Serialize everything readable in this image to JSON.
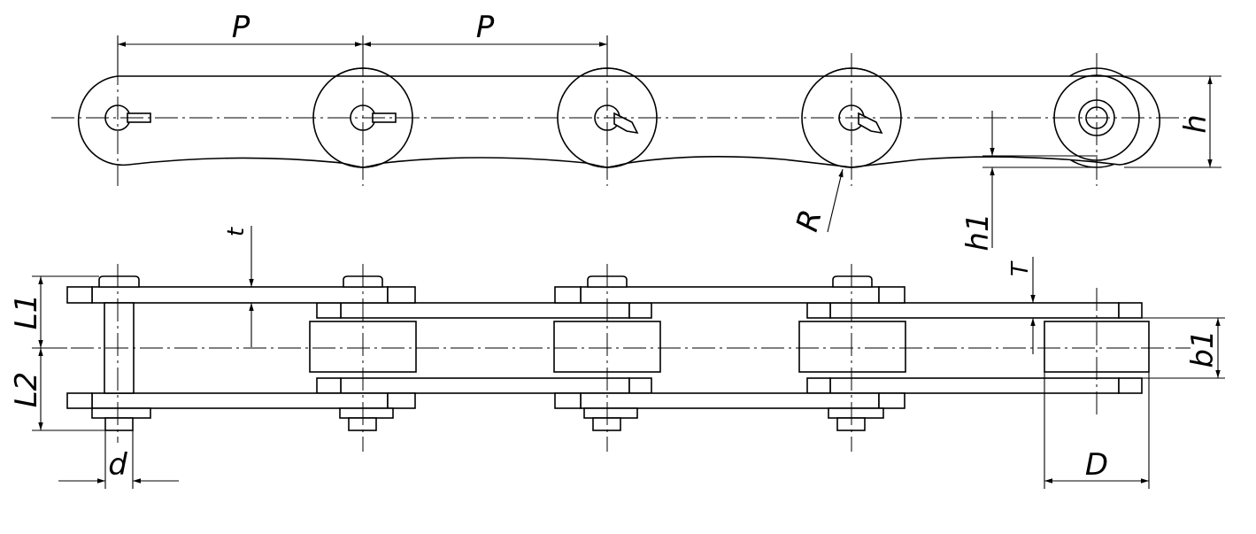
{
  "labels": {
    "pitch_1": "P",
    "pitch_2": "P",
    "height_h": "h",
    "height_h1": "h1",
    "radius_R": "R",
    "thickness_t": "t",
    "thickness_T": "T",
    "length_L1": "L1",
    "length_L2": "L2",
    "width_b1": "b1",
    "pin_d": "d",
    "roller_D": "D"
  }
}
